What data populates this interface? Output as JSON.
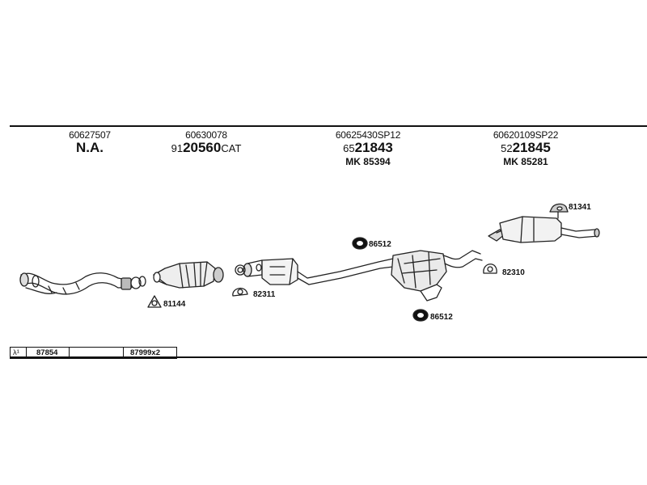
{
  "columns": [
    {
      "id": "60627507",
      "main": "N.A.",
      "prefix": "",
      "suffix": "",
      "mk": ""
    },
    {
      "id": "60630078",
      "main": "20560",
      "prefix": "91",
      "suffix": "CAT",
      "mk": ""
    },
    {
      "id": "60625430SP12",
      "main": "21843",
      "prefix": "65",
      "suffix": "",
      "mk": "MK  85394"
    },
    {
      "id": "60620109SP22",
      "main": "21845",
      "prefix": "52",
      "suffix": "",
      "mk": "MK  85281"
    }
  ],
  "parts": {
    "p81144": "81144",
    "p82311": "82311",
    "p86512a": "86512",
    "p86512b": "86512",
    "p82310": "82310",
    "p81341": "81341"
  },
  "legend": {
    "symbol": "λ¹",
    "value1": "87854",
    "blank": "",
    "value2": "87999x2"
  }
}
